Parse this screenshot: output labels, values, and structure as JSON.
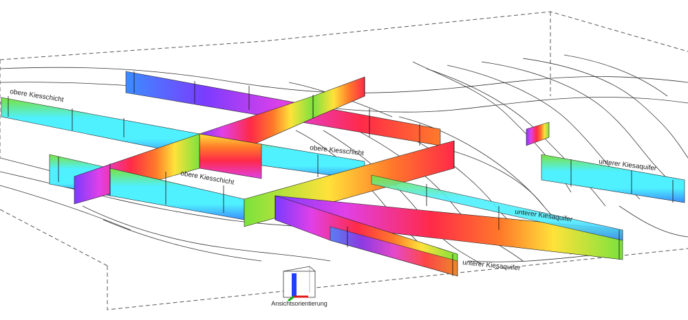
{
  "view": {
    "section_labels": [
      "obere Kiesschicht",
      "obere Kiesschicht",
      "obere Kiesschicht",
      "unterer Kiesaquifer",
      "unterer Kiesaquifer",
      "unterer Kiesaquifer"
    ],
    "orientation_widget": {
      "caption": "Ansichtsorientierung",
      "icon": "view-orientation-cube-icon"
    },
    "colors": {
      "low": "#3b8dff",
      "cyan": "#4ff0ff",
      "green": "#7be23c",
      "yellow": "#ffe23a",
      "orange": "#ff7a2a",
      "red": "#ff2a48",
      "magenta": "#e040e8",
      "violet": "#7a3cff",
      "contour": "#333333",
      "frame": "#555555"
    }
  }
}
